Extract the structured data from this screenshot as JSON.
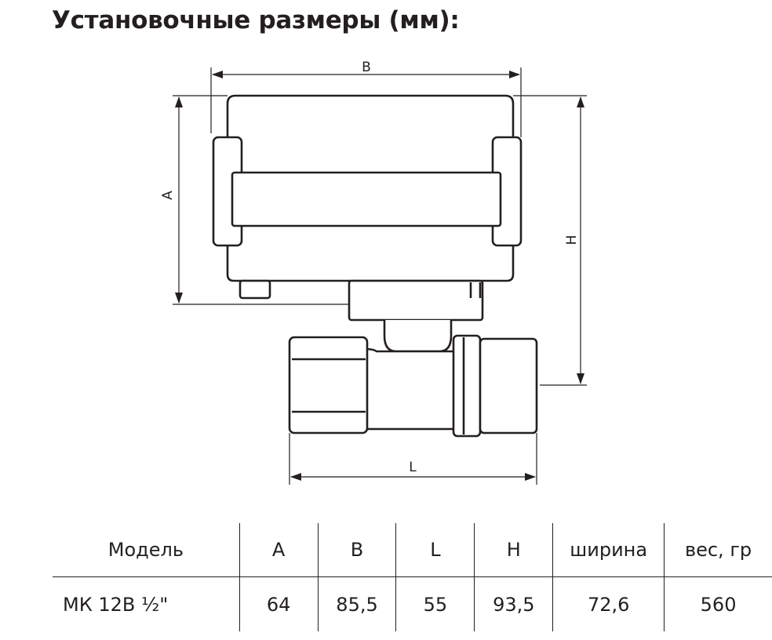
{
  "heading": "Установочные размеры (мм):",
  "dimension_labels": {
    "a": "A",
    "b": "B",
    "h": "H",
    "l": "L"
  },
  "table": {
    "headers": [
      "Модель",
      "A",
      "B",
      "L",
      "H",
      "ширина",
      "вес, гр"
    ],
    "rows": [
      [
        "МК 12В ½\"",
        "64",
        "85,5",
        "55",
        "93,5",
        "72,6",
        "560"
      ]
    ]
  }
}
